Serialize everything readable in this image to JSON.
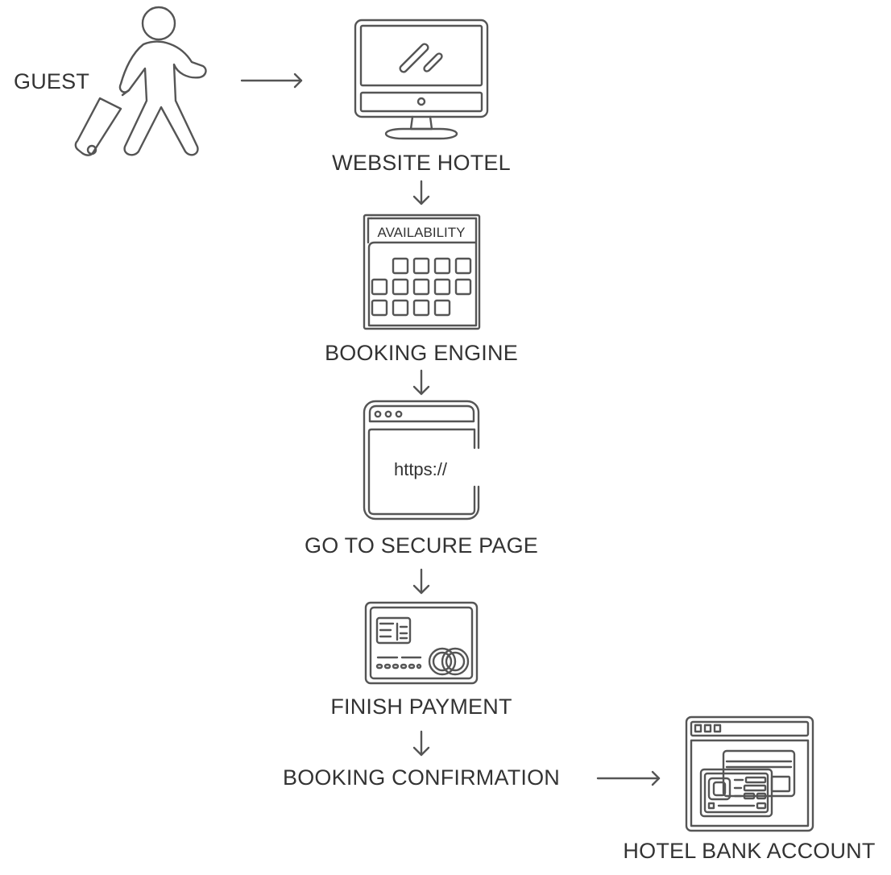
{
  "labels": {
    "guest": "GUEST",
    "website_hotel": "WEBSITE HOTEL",
    "booking_engine": "BOOKING ENGINE",
    "secure_page": "GO TO SECURE PAGE",
    "finish_payment": "FINISH PAYMENT",
    "booking_confirmation": "BOOKING CONFIRMATION",
    "hotel_bank_account": "HOTEL BANK ACCOUNT"
  },
  "icon_text": {
    "availability": "AVAILABILITY",
    "https": "https://"
  },
  "icons": [
    "walking-traveler-icon",
    "desktop-monitor-icon",
    "calendar-availability-icon",
    "secure-browser-icon",
    "credit-card-icon",
    "bank-account-icon"
  ],
  "colors": {
    "stroke": "#555555",
    "text": "#333333",
    "background": "#ffffff"
  }
}
